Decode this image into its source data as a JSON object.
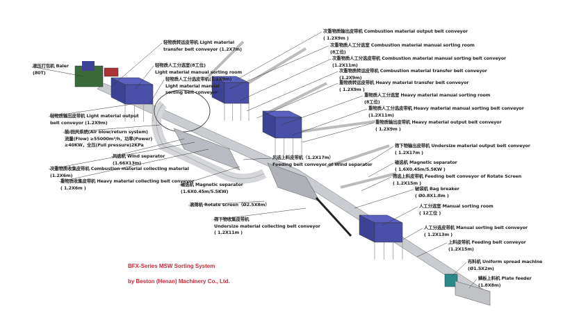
{
  "labels": [
    {
      "id": "baler",
      "lines": [
        "液压打包机 Baler",
        "(80T)"
      ]
    },
    {
      "id": "light-transfer-conveyor",
      "lines": [
        "轻物质转运皮带机 Light material",
        "transfer belt conveyor (1.2X7m)"
      ]
    },
    {
      "id": "light-sorting-room",
      "lines": [
        "轻物质人工分选室(8工位)",
        "Light material manual sorting room"
      ]
    },
    {
      "id": "light-sorting-conveyor",
      "lines": [
        "轻物质人工分选皮带机(1.2X9m)",
        "Light material manual",
        "sorting belt conveyor"
      ]
    },
    {
      "id": "light-output-conveyor",
      "lines": [
        "轻物质输出皮带机 Light material output",
        "belt conveyor  (1.2X9m)"
      ]
    },
    {
      "id": "air-system",
      "lines": [
        "鼓/回风系统(Air blow/return system)",
        "流量(Flow) ≥55000m³/h，功率(Power)",
        "≥40KW，全压(Full pressure)2KPa"
      ]
    },
    {
      "id": "wind-separator",
      "lines": [
        "风选机 Wind separator",
        "(1.66X13m)"
      ]
    },
    {
      "id": "combustion-collecting",
      "lines": [
        "次重物质收集皮带机 Combustion material collecting material",
        "(1.2X6m)"
      ]
    },
    {
      "id": "heavy-collecting",
      "lines": [
        "重物质收集皮带机 Heavy material collecting belt conveyor",
        "( 1.2X6m )"
      ]
    },
    {
      "id": "magnetic-separator-1",
      "lines": [
        "磁选机 Magnetic separator",
        "(1.6X0.45m/5.5KW)"
      ]
    },
    {
      "id": "rotate-screen",
      "lines": [
        "滚筛机 Rotate screen（Ø2.5X8m）"
      ]
    },
    {
      "id": "undersize-collecting",
      "lines": [
        "筛下物收集皮带机",
        "Undersize material collecting belt conveyor",
        "( 1.2X11m )"
      ]
    },
    {
      "id": "wind-feeding-conveyor",
      "lines": [
        "风选上料皮带机（1.2X17m）",
        "Feeding belt conveyor of Wind separator"
      ]
    },
    {
      "id": "combustion-output",
      "lines": [
        "次重物质输出皮带机 Combustion material output belt conveyor",
        "( 1.2X9m )"
      ]
    },
    {
      "id": "combustion-sorting-room",
      "lines": [
        "次重物质人工分选室 Combustion material manual sorting room",
        "(8工位)"
      ]
    },
    {
      "id": "combustion-sorting-conveyor",
      "lines": [
        "次重物质人工分选皮带机 Combustion material manual sorting belt conveyor",
        "(1.2X11m)"
      ]
    },
    {
      "id": "combustion-transfer",
      "lines": [
        "次重物质转运皮带机 Combustion material transfer belt conveyor",
        "(1.2X9m)"
      ]
    },
    {
      "id": "heavy-transfer",
      "lines": [
        "重物质转运皮带机 Heavy material transfer belt conveyor",
        "( 1.2X9m )"
      ]
    },
    {
      "id": "heavy-sorting-room",
      "lines": [
        "重物质人工分选室 Heavy material manual sorting room",
        "(8工位)"
      ]
    },
    {
      "id": "heavy-sorting-conveyor",
      "lines": [
        "重物质人工分选皮带机 Heavy material manual sorting belt conveyor",
        "(1.2X11m)"
      ]
    },
    {
      "id": "heavy-output",
      "lines": [
        "重物质输出皮带机  Heavy material output belt conveyor",
        "( 1.2X9m )"
      ]
    },
    {
      "id": "undersize-output",
      "lines": [
        "筛下物输出皮带机 Undersize material output belt conveyor",
        "( 1.2X17m )"
      ]
    },
    {
      "id": "magnetic-separator-2",
      "lines": [
        "磁选机 Magnetic separator",
        "( 1.6X0.45m/5.5KW )"
      ]
    },
    {
      "id": "screen-feeding-conveyor",
      "lines": [
        "筛选上料皮带机 Feeding belt conveyor of Rotate Screen",
        "( 1.2X15m )"
      ]
    },
    {
      "id": "bag-breaker",
      "lines": [
        "破袋机 Bag breaker",
        "( Ø0.8X1.8m )"
      ]
    },
    {
      "id": "manual-sorting-room",
      "lines": [
        "人工分选室 Manual sorting room",
        "( 12工位 )"
      ]
    },
    {
      "id": "manual-sorting-conveyor",
      "lines": [
        "人工分选皮带机 Manual sorting belt conveyor",
        "( 1.2X13m )"
      ]
    },
    {
      "id": "feeding-conveyor",
      "lines": [
        "上料皮带机 Feeding belt conveyor",
        "(1.2X15m)"
      ]
    },
    {
      "id": "uniform-spread",
      "lines": [
        "布料机 Uniform spread machine",
        "(Ø1.5X2m)"
      ]
    },
    {
      "id": "plate-feeder",
      "lines": [
        "鳞板上料机 Plate feeder",
        "(1.8X8m)"
      ]
    }
  ],
  "title": "BFX-Series MSW Sorting System",
  "subtitle": "by Beston (Henan) Machinery Co., Ltd.",
  "colors": {
    "sorting_room": "#4a4fa8",
    "title": "#d0283a",
    "feeder": "#2a8a8a",
    "steel": "#c9ccd0"
  }
}
